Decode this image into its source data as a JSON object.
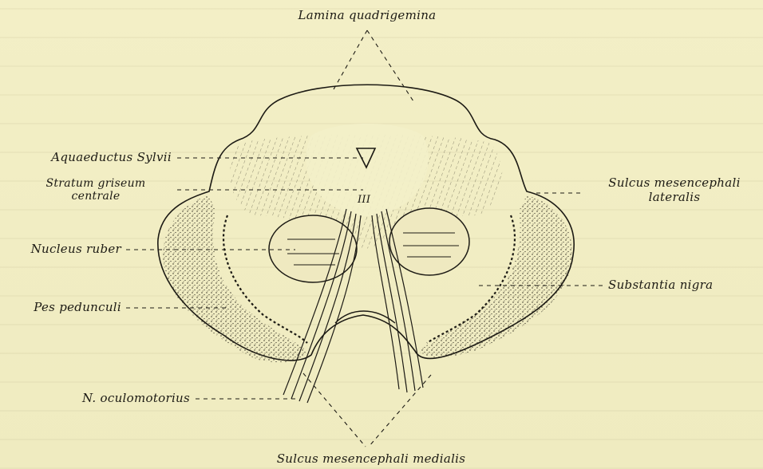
{
  "figure": {
    "labels": {
      "lamina_quadrigemina": "Lamina quadrigemina",
      "aquaeductus_sylvii": "Aquaeductus Sylvii",
      "stratum_griseum_line1": "Stratum griseum",
      "stratum_griseum_line2": "centrale",
      "nucleus_ruber": "Nucleus ruber",
      "pes_pedunculi": "Pes pedunculi",
      "n_oculomotorius": "N. oculomotorius",
      "sulcus_medialis": "Sulcus mesencephali medialis",
      "sulcus_lateralis_line1": "Sulcus mesencephali",
      "sulcus_lateralis_line2": "lateralis",
      "substantia_nigra": "Substantia nigra",
      "roman_numeral": "III"
    },
    "colors": {
      "paper": "#f1edc2",
      "ink": "#1c1a14"
    }
  }
}
